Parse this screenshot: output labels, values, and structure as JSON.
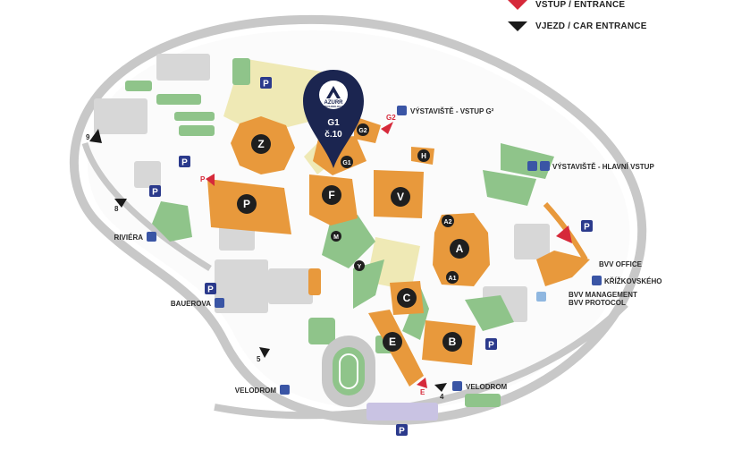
{
  "legend": {
    "entrance": "VSTUP / ENTRANCE",
    "car_entrance": "VJEZD / CAR ENTRANCE",
    "entrance_color": "#d6293a",
    "car_color": "#1a1a1a"
  },
  "marker": {
    "logo_text": "AZURR",
    "logo_subtext": "TECHNOLOGY",
    "hall": "G1",
    "stand": "č.10",
    "color": "#1b2550"
  },
  "colors": {
    "hall": "#e8993c",
    "green": "#8fc48a",
    "road": "#c8c8c8",
    "sand": "#efe9b5",
    "parking_blue": "#2b3a8c",
    "transit_blue": "#3a55a5"
  },
  "halls": {
    "z": "Z",
    "p": "P",
    "f": "F",
    "v": "V",
    "a": "A",
    "c": "C",
    "b": "B",
    "e": "E"
  },
  "markers": {
    "g1": "G1",
    "g2": "G2",
    "h": "H",
    "a1": "A1",
    "a2": "A2",
    "m": "M",
    "y": "Y"
  },
  "entrance_labels": {
    "g2": "G2",
    "p": "P",
    "e": "E"
  },
  "car_labels": {
    "n9": "9",
    "n8": "8",
    "n5": "5",
    "n4": "4"
  },
  "parking": {
    "symbol": "P"
  },
  "labels": {
    "vystaviste_g2": "VÝSTAVIŠTĚ - VSTUP G²",
    "vystaviste_main": "VÝSTAVIŠTĚ - HLAVNÍ VSTUP",
    "riviera": "RIVIÉRA",
    "bauerova": "BAUEROVA",
    "velodrom_left": "VELODROM",
    "velodrom_right": "VELODROM",
    "bvv_office": "BVV OFFICE",
    "krizkovskeho": "KŘÍŽKOVSKÉHO",
    "bvv_management": "BVV MANAGEMENT",
    "bvv_protocol": "BVV PROTOCOL"
  }
}
